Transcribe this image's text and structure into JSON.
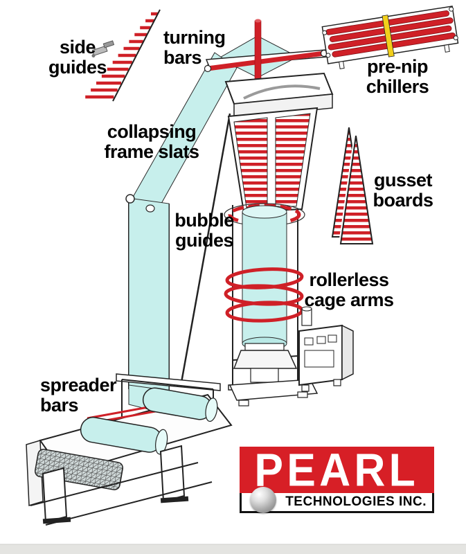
{
  "labels": {
    "side_guides": "side\nguides",
    "turning_bars": "turning\nbars",
    "pre_nip_chillers": "pre-nip\nchillers",
    "collapsing_frame_slats": "collapsing\nframe slats",
    "gusset_boards": "gusset\nboards",
    "bubble_guides": "bubble\nguides",
    "rollerless_cage_arms": "rollerless\ncage arms",
    "spreader_bars": "spreader\nbars"
  },
  "logo": {
    "name": "PEARL",
    "subtitle": "TECHNOLOGIES INC."
  },
  "colors": {
    "accent_red": "#cf2027",
    "film_cyan": "#c7efec",
    "highlight_yellow": "#f2cf1b",
    "logo_red": "#d71f26",
    "sphere_gray": "#9a9a9a"
  }
}
